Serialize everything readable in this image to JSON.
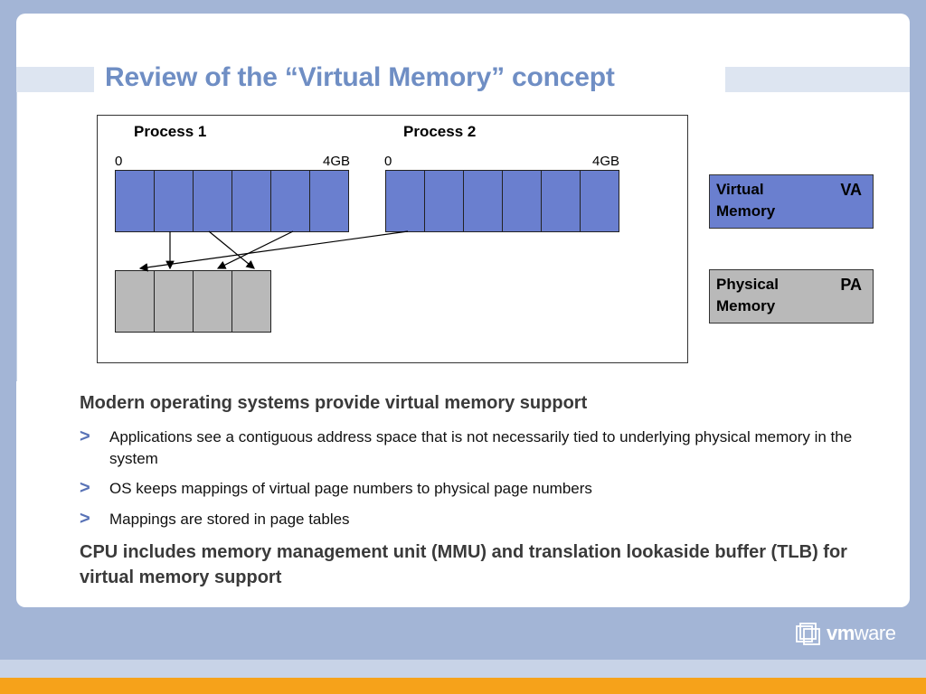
{
  "title": "Review of the “Virtual Memory” concept",
  "diagram": {
    "process1_label": "Process 1",
    "process2_label": "Process 2",
    "p1_start": "0",
    "p1_end": "4GB",
    "p2_start": "0",
    "p2_end": "4GB",
    "process1_pages": 6,
    "process2_pages": 6,
    "physical_pages": 4
  },
  "legend": {
    "virtual_label": "Virtual Memory",
    "virtual_abbr": "VA",
    "physical_label": "Physical Memory",
    "physical_abbr": "PA"
  },
  "content": {
    "heading1": "Modern operating systems provide virtual memory support",
    "bullets": [
      "Applications see a contiguous address space that is not necessarily tied to underlying physical memory in the system",
      "OS keeps mappings of virtual page numbers to physical page numbers",
      "Mappings are stored in page tables"
    ],
    "bullet_marker": ">",
    "heading2": "CPU includes memory management unit (MMU) and translation lookaside buffer (TLB) for virtual memory support"
  },
  "logo": {
    "brand_strong": "vm",
    "brand_light": "ware"
  },
  "colors": {
    "virtual_page": "#6a7fcf",
    "physical_page": "#b9b9b9",
    "title": "#6f8ec4",
    "accent_orange": "#f6a21a"
  }
}
